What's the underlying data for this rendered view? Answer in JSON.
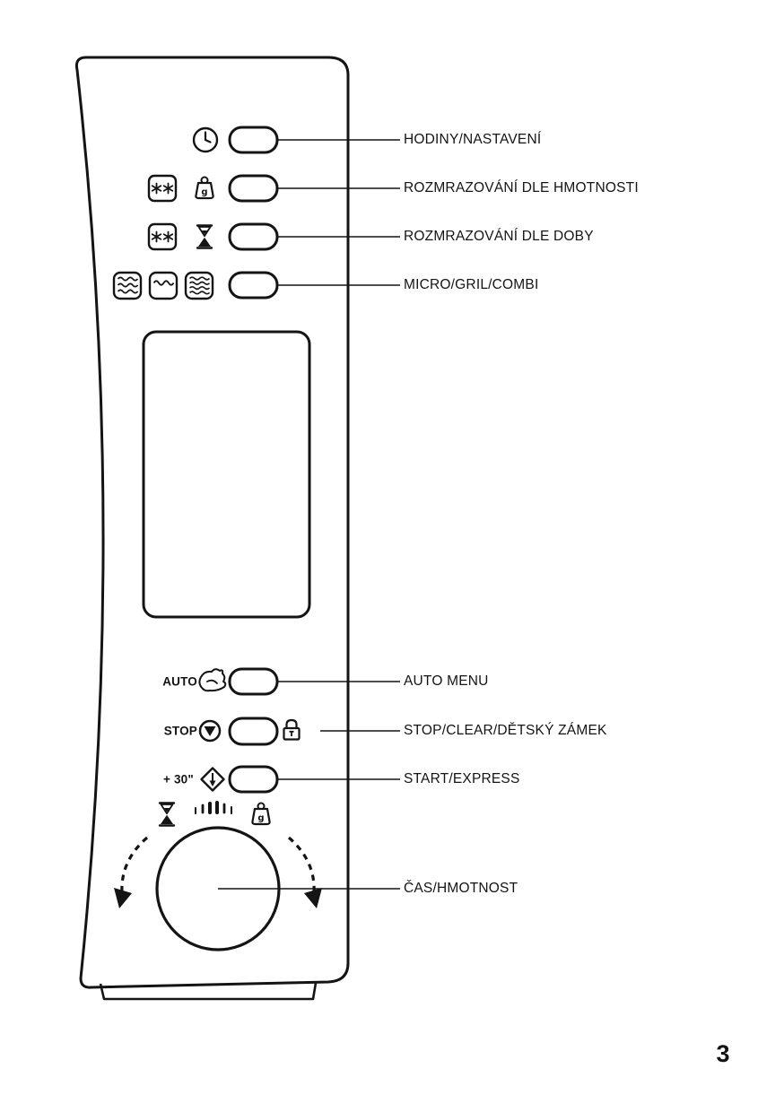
{
  "document": {
    "page_number": "3"
  },
  "callouts": [
    {
      "id": "hodiny-nastaveni",
      "text": "HODINY/NASTAVENÍ"
    },
    {
      "id": "rozmrazovani-hmotnost",
      "text": "ROZMRAZOVÁNÍ DLE HMOTNOSTI"
    },
    {
      "id": "rozmrazovani-doba",
      "text": "ROZMRAZOVÁNÍ DLE DOBY"
    },
    {
      "id": "micro-gril-combi",
      "text": "MICRO/GRIL/COMBI"
    },
    {
      "id": "auto-menu",
      "text": "AUTO MENU"
    },
    {
      "id": "stop-clear-detsky-zamek",
      "text": "STOP/CLEAR/DĚTSKÝ ZÁMEK"
    },
    {
      "id": "start-express",
      "text": "START/EXPRESS"
    },
    {
      "id": "cas-hmotnost",
      "text": "ČAS/HMOTNOST"
    }
  ],
  "panel": {
    "printed_labels": {
      "auto": "AUTO",
      "stop": "STOP",
      "express": "+ 30\""
    },
    "weight_icon_letter": "g",
    "icons": {
      "clock-icon": "clock face in circle",
      "defrost-icon": "two snowflake asterisks in rounded box",
      "weight-icon": "weight with letter g",
      "hourglass-icon": "hourglass, sand in lower bulb",
      "micro-icon": "three wavy lines in rounded box",
      "grill-icon": "single wavy line in rounded box",
      "combi-icon": "stacked wavy lines in rounded box",
      "auto-menu-icon": "chicken silhouette",
      "stop-icon": "inverted triangle in circle",
      "child-lock-icon": "padlock",
      "start-icon": "diamond with down arrow",
      "dial-knob": "round rotary knob",
      "rotate-arrow": "curved dashed arrow with arrowhead",
      "power-scale-marks": "row of graduated tick marks"
    },
    "colors": {
      "line": "#141414",
      "background": "#ffffff"
    }
  }
}
